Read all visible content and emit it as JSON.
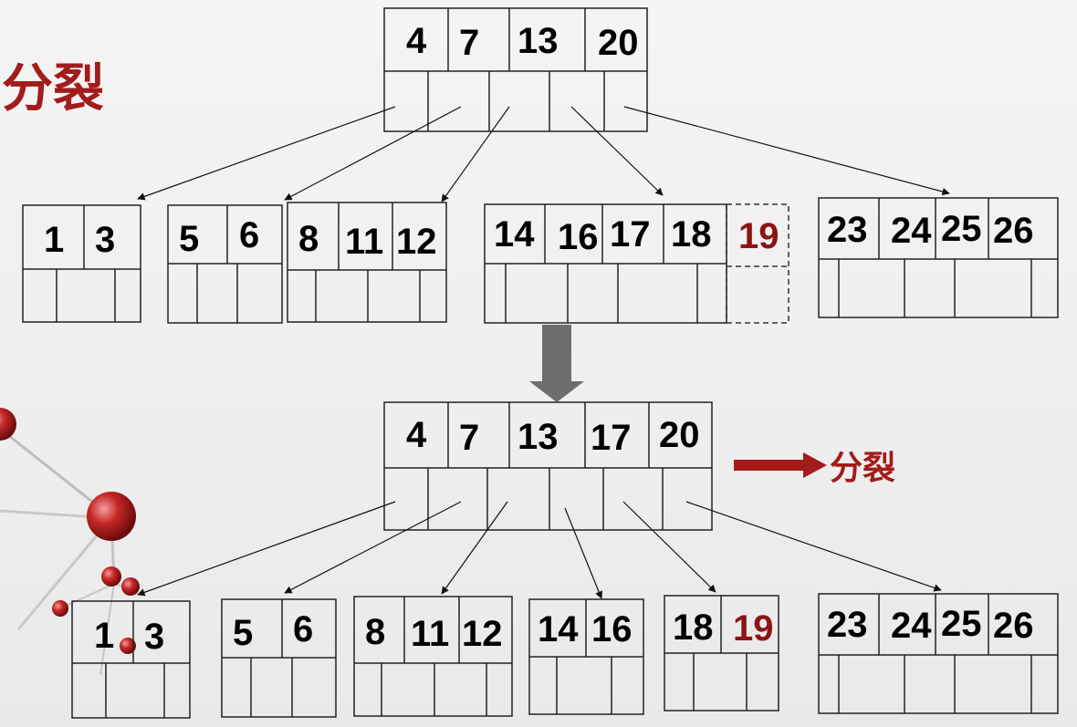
{
  "title": "分裂",
  "split_label": "分裂",
  "colors": {
    "accent": "#a31b1b",
    "highlight_key": "#8c1414",
    "node_border": "#222222",
    "down_arrow": "#6e6e6e"
  },
  "before": {
    "root": {
      "keys": [
        "4",
        "7",
        "13",
        "20"
      ]
    },
    "leaves": [
      {
        "keys": [
          "1",
          "3"
        ]
      },
      {
        "keys": [
          "5",
          "6"
        ]
      },
      {
        "keys": [
          "8",
          "11",
          "12"
        ]
      },
      {
        "keys": [
          "14",
          "16",
          "17",
          "18"
        ],
        "overflow_key": "19"
      },
      {
        "keys": [
          "23",
          "24",
          "25",
          "26"
        ]
      }
    ]
  },
  "after": {
    "root": {
      "keys": [
        "4",
        "7",
        "13",
        "17",
        "20"
      ]
    },
    "leaves": [
      {
        "keys": [
          "1",
          "3"
        ]
      },
      {
        "keys": [
          "5",
          "6"
        ]
      },
      {
        "keys": [
          "8",
          "11",
          "12"
        ]
      },
      {
        "keys": [
          "14",
          "16"
        ]
      },
      {
        "keys": [
          "18",
          "19"
        ],
        "highlight_key": "19"
      },
      {
        "keys": [
          "23",
          "24",
          "25",
          "26"
        ]
      }
    ]
  }
}
